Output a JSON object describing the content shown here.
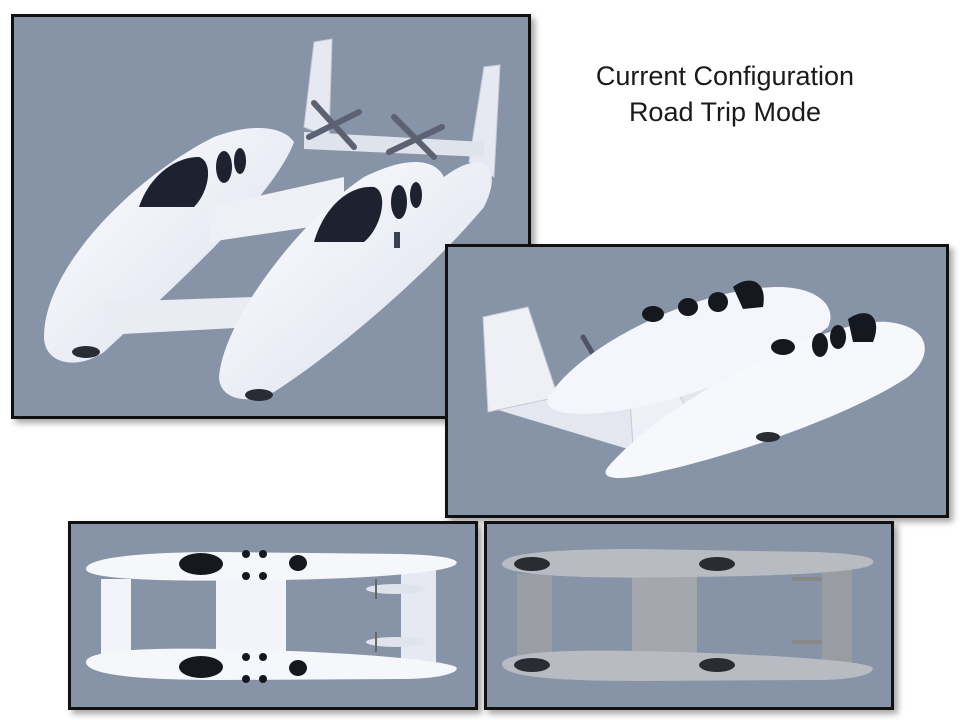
{
  "caption": {
    "line1": "Current Configuration",
    "line2": "Road Trip Mode"
  },
  "panels": [
    {
      "name": "front-perspective-render"
    },
    {
      "name": "rear-perspective-render"
    },
    {
      "name": "top-view-render"
    },
    {
      "name": "bottom-view-render"
    }
  ],
  "colors": {
    "background": "#8793a6",
    "body": "#f2f4fa",
    "frame": "#111111"
  }
}
